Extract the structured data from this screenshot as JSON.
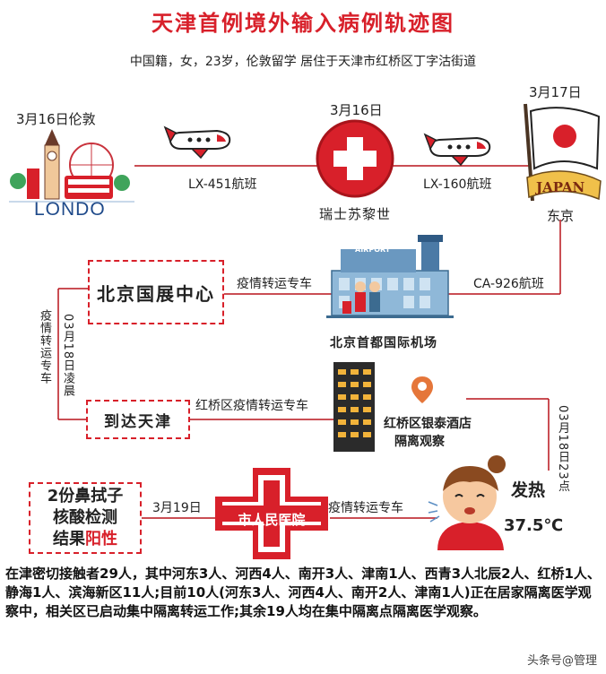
{
  "title": "天津首例境外输入病例轨迹图",
  "subtitle": "中国籍，女，23岁，伦敦留学 居住于天津市红桥区丁字沽街道",
  "london": {
    "date": "3月16日伦敦",
    "banner": "LONDO"
  },
  "zurich": {
    "date": "3月16日",
    "name": "瑞士苏黎世"
  },
  "tokyo": {
    "date": "3月17日",
    "name": "东京",
    "banner": "JAPAN"
  },
  "flights": {
    "lx451": "LX-451航班",
    "lx160": "LX-160航班",
    "ca926": "CA-926航班"
  },
  "airport": {
    "name": "北京首都国际机场",
    "sign": "AIRPORT"
  },
  "beijing_center": "北京国展中心",
  "transfer": {
    "to_center": "疫情转运专车",
    "vertical": "疫情转运专车",
    "date_vertical": "03月18日凌晨",
    "hongqiao": "红桥区疫情转运专车",
    "hospital": "疫情转运专车"
  },
  "arrive_tianjin": "到达天津",
  "hotel": {
    "line1": "红桥区银泰酒店",
    "line2": "隔离观察"
  },
  "fever": {
    "date_vertical": "03月18日23点",
    "label": "发热",
    "temp": "37.5℃"
  },
  "hospital": {
    "name": "市人民医院",
    "date": "3月19日"
  },
  "result": {
    "line1": "2份鼻拭子",
    "line2": "核酸检测",
    "prefix": "结果",
    "status": "阳性"
  },
  "paragraph": "在津密切接触者29人，其中河东3人、河西4人、南开3人、津南1人、西青3人北辰2人、红桥1人、静海1人、滨海新区11人;目前10人(河东3人、河西4人、南开2人、津南1人)正在居家隔离医学观察中，相关区已启动集中隔离转运工作;其余19人均在集中隔离点隔离医学观察。",
  "watermark": "头条号@管理",
  "colors": {
    "accent": "#d8202a",
    "line": "#b8131b"
  }
}
